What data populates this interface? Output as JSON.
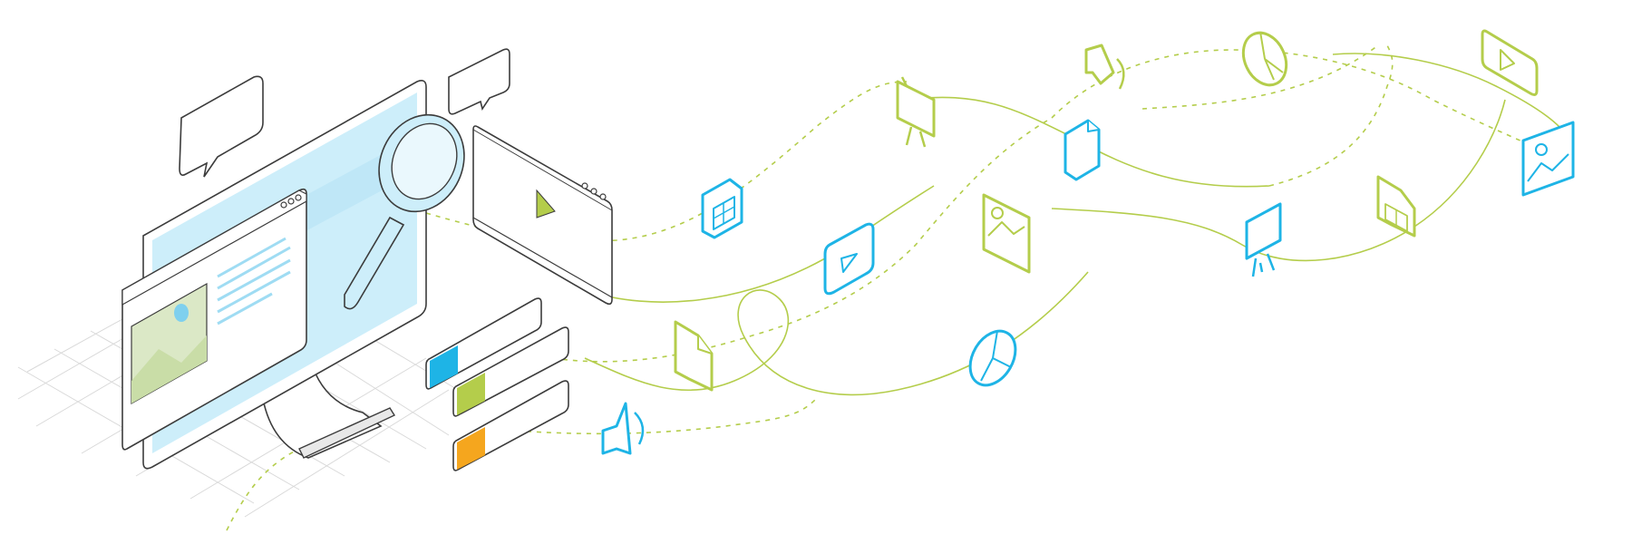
{
  "illustration": {
    "colors": {
      "blue": "#1eb4e6",
      "green": "#b4cd4b",
      "orange": "#f5a61e",
      "light_blue": "#cdeefa",
      "outline": "#3c3c3c",
      "grid": "#d2d2d2"
    },
    "icons": [
      "monitor-icon",
      "magnifier-icon",
      "chat-bubble-icon",
      "video-window-icon",
      "image-icon",
      "spreadsheet-icon",
      "play-icon",
      "presentation-icon",
      "speaker-icon",
      "document-icon",
      "pie-chart-icon",
      "progress-bar-icon"
    ],
    "bars": [
      {
        "name": "blue-bar",
        "level": 0.12
      },
      {
        "name": "green-bar",
        "level": 0.12
      },
      {
        "name": "orange-bar",
        "level": 0.12
      }
    ]
  }
}
